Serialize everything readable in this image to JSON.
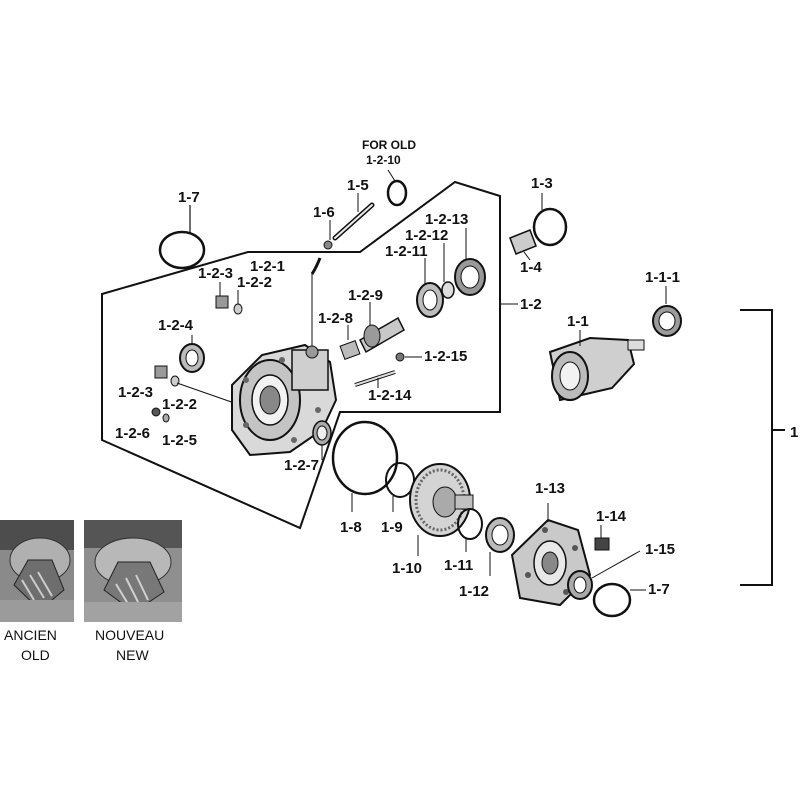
{
  "labels": {
    "l_1": "1",
    "l_1_1": "1-1",
    "l_1_1_1": "1-1-1",
    "l_1_2": "1-2",
    "l_1_2_1": "1-2-1",
    "l_1_2_2a": "1-2-2",
    "l_1_2_2b": "1-2-2",
    "l_1_2_3a": "1-2-3",
    "l_1_2_3b": "1-2-3",
    "l_1_2_4": "1-2-4",
    "l_1_2_5": "1-2-5",
    "l_1_2_6": "1-2-6",
    "l_1_2_7": "1-2-7",
    "l_1_2_8": "1-2-8",
    "l_1_2_9": "1-2-9",
    "l_1_2_11": "1-2-11",
    "l_1_2_12": "1-2-12",
    "l_1_2_13": "1-2-13",
    "l_1_2_14": "1-2-14",
    "l_1_2_15": "1-2-15",
    "l_1_3": "1-3",
    "l_1_4": "1-4",
    "l_1_5": "1-5",
    "l_1_6": "1-6",
    "l_1_7a": "1-7",
    "l_1_7b": "1-7",
    "l_1_8": "1-8",
    "l_1_9": "1-9",
    "l_1_10": "1-10",
    "l_1_11": "1-11",
    "l_1_12": "1-12",
    "l_1_13": "1-13",
    "l_1_14": "1-14",
    "l_1_15": "1-15",
    "for_old": "FOR OLD",
    "for_old_part": "1-2-10"
  },
  "photos": {
    "old_fr": "ANCIEN",
    "old_en": "OLD",
    "new_fr": "NOUVEAU",
    "new_en": "NEW"
  }
}
